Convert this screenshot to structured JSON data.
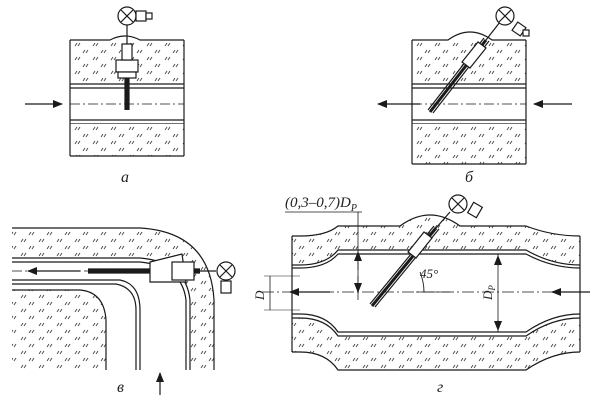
{
  "figures": {
    "a": {
      "caption": "а"
    },
    "b": {
      "caption": "б"
    },
    "v": {
      "caption": "в"
    },
    "g": {
      "caption": "г",
      "depth_range": "(0,3–0,7)",
      "depth_symbol": "D",
      "depth_subscript": "P",
      "angle": "45°",
      "small_d": "D",
      "dia_symbol": "D",
      "dia_subscript": "P"
    }
  },
  "colors": {
    "ink": "#1a1a1a",
    "hatch": "#333333",
    "background": "#ffffff"
  }
}
